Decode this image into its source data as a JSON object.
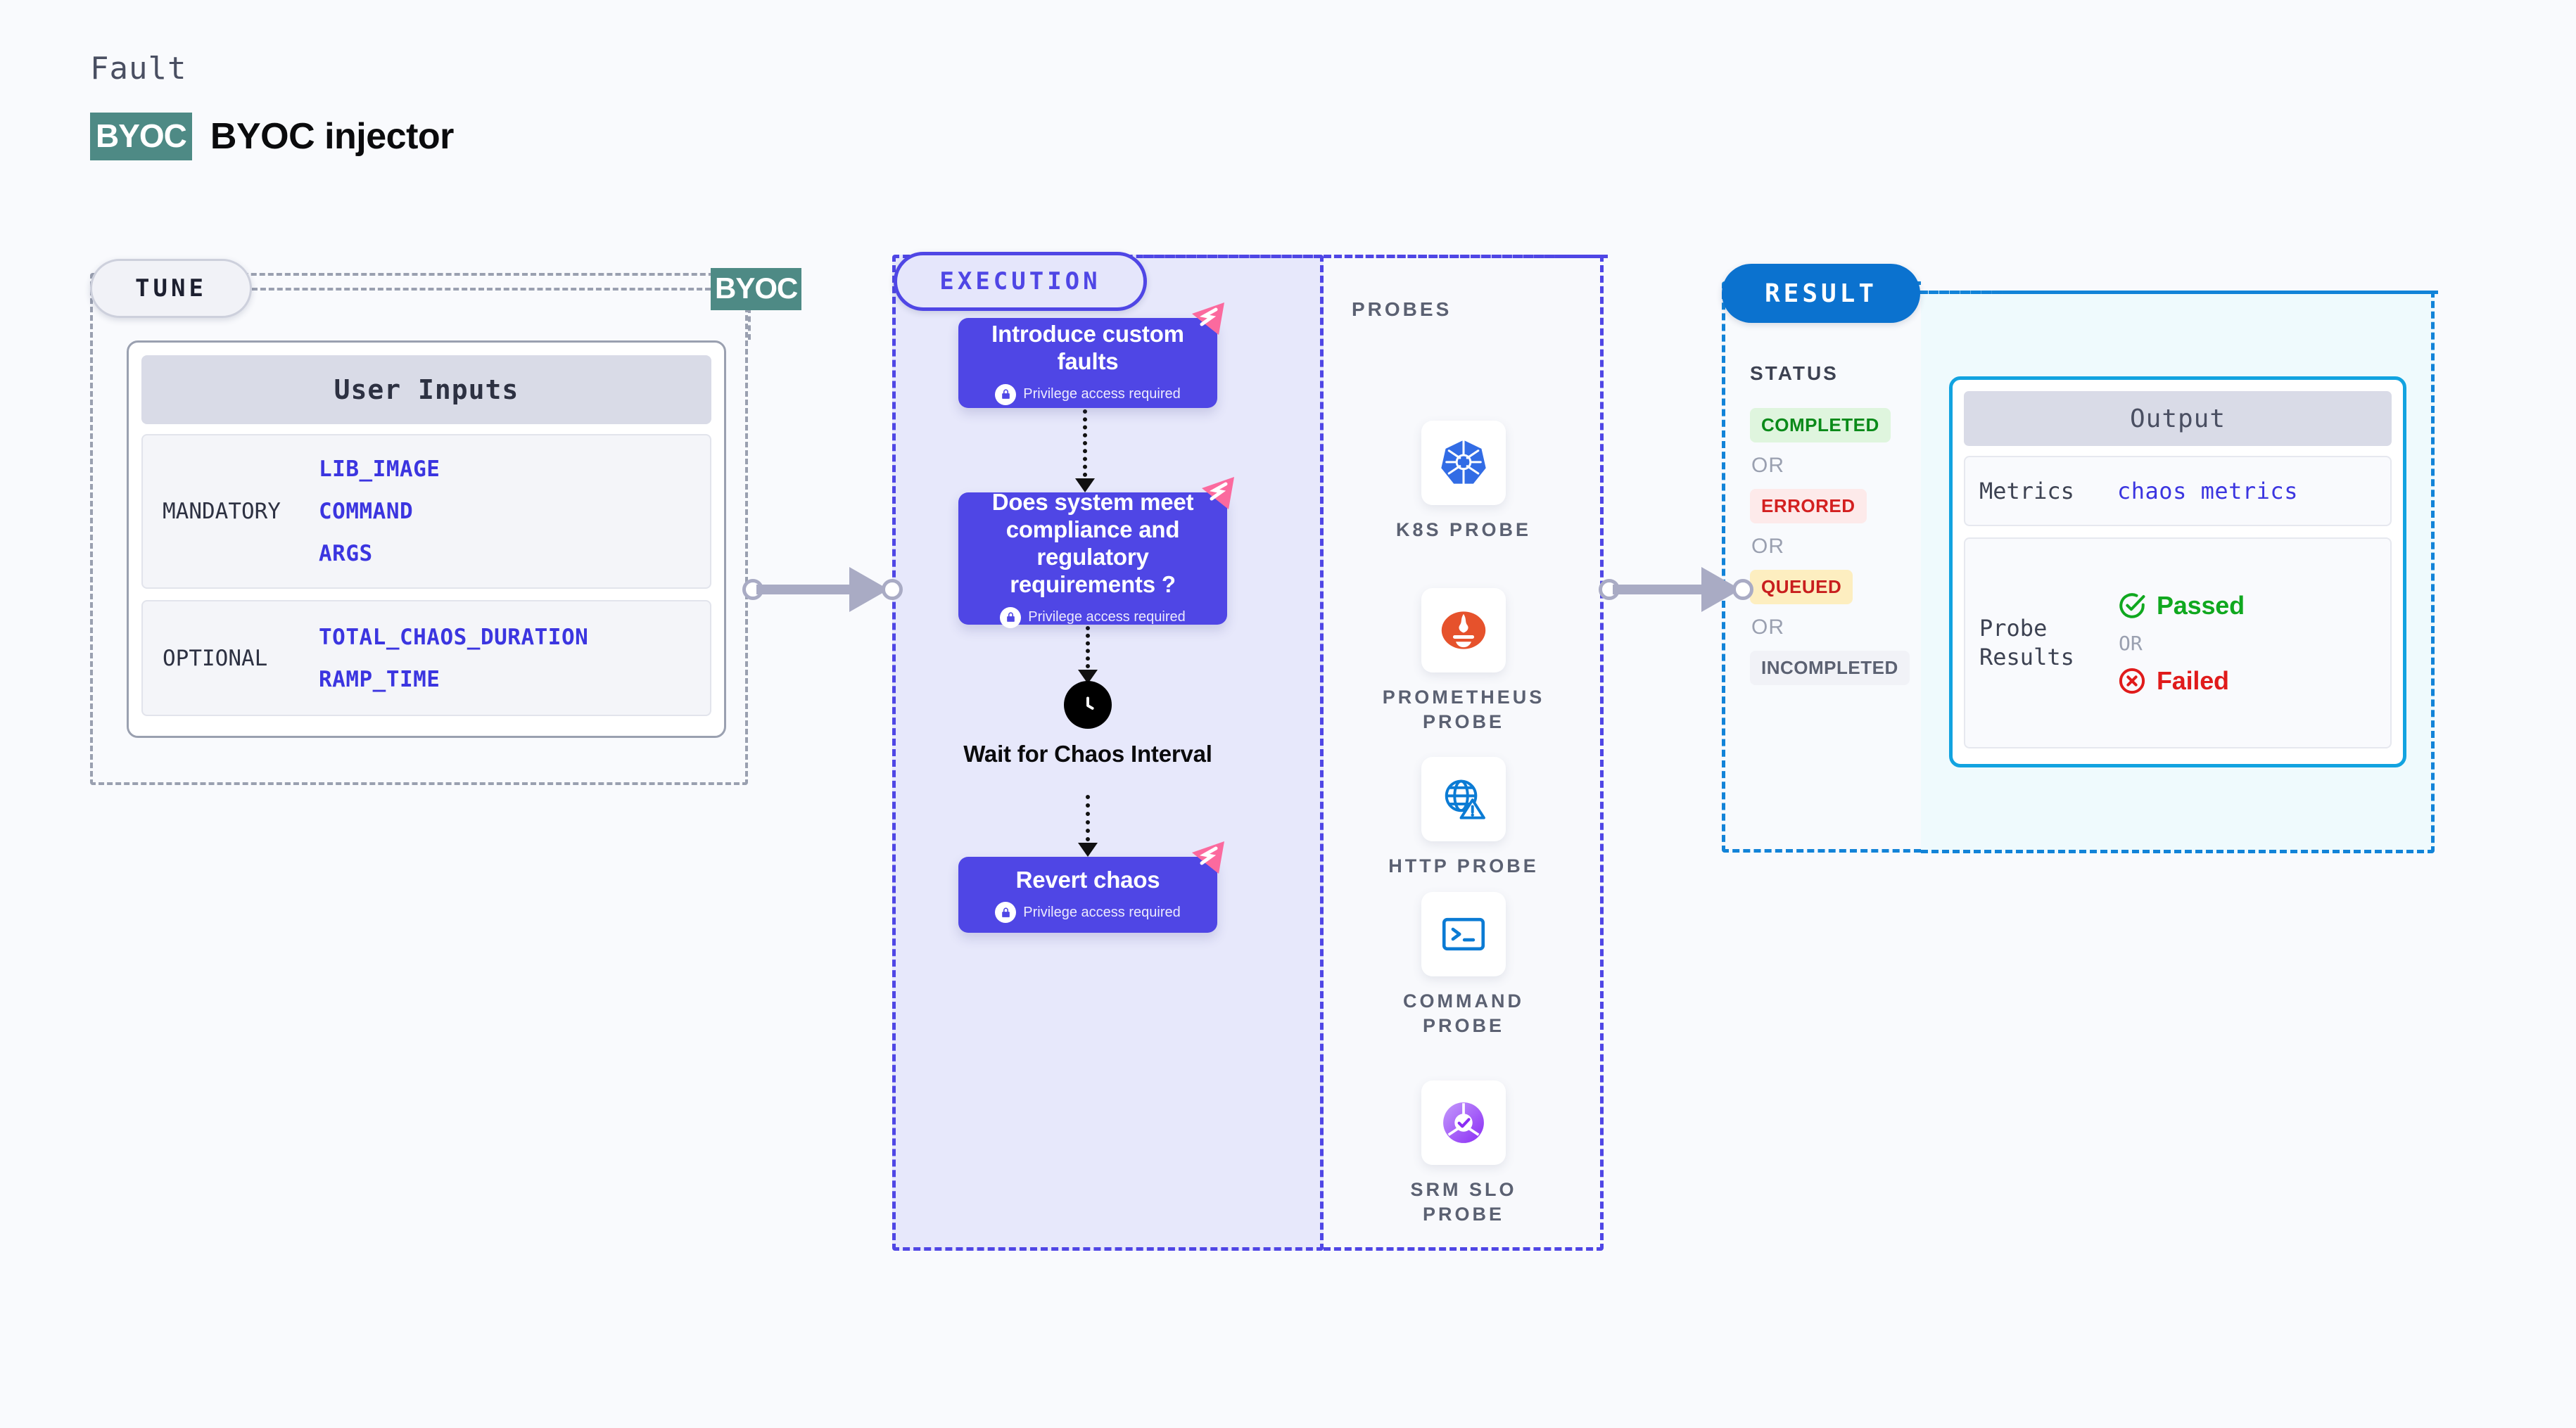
{
  "header": {
    "eyebrow": "Fault",
    "chip": "BYOC",
    "title": "BYOC injector"
  },
  "tune": {
    "pill_label": "TUNE",
    "connector_tag": "BYOC",
    "card_title": "User Inputs",
    "groups": [
      {
        "label": "MANDATORY",
        "vars": [
          "LIB_IMAGE",
          "COMMAND",
          "ARGS"
        ]
      },
      {
        "label": "OPTIONAL",
        "vars": [
          "TOTAL_CHAOS_DURATION",
          "RAMP_TIME"
        ]
      }
    ]
  },
  "execution": {
    "pill_label": "EXECUTION",
    "privilege_note": "Privilege access required",
    "steps": [
      {
        "title": "Introduce custom faults",
        "privileged": true,
        "badge": "harness-flash-badge"
      },
      {
        "title": "Does system meet compliance and regulatory requirements ?",
        "privileged": true,
        "badge": "harness-flash-badge"
      },
      {
        "title": "Wait for Chaos Interval",
        "icon": "clock-icon",
        "privileged": false
      },
      {
        "title": "Revert chaos",
        "privileged": true,
        "badge": "harness-flash-badge"
      }
    ]
  },
  "probes": {
    "title": "PROBES",
    "items": [
      {
        "label": "K8S PROBE",
        "icon": "kubernetes-icon"
      },
      {
        "label": "PROMETHEUS PROBE",
        "icon": "prometheus-icon"
      },
      {
        "label": "HTTP PROBE",
        "icon": "http-globe-warning-icon"
      },
      {
        "label": "COMMAND PROBE",
        "icon": "terminal-icon"
      },
      {
        "label": "SRM SLO PROBE",
        "icon": "srm-slo-icon"
      }
    ]
  },
  "result": {
    "pill_label": "RESULT",
    "status_title": "STATUS",
    "or_label": "OR",
    "statuses": [
      {
        "label": "COMPLETED",
        "fg": "#0a8a19",
        "bg": "#dff5de"
      },
      {
        "label": "ERRORED",
        "fg": "#d32020",
        "bg": "#fdeaea"
      },
      {
        "label": "QUEUED",
        "fg": "#c81e1e",
        "bg": "#fdeec0"
      },
      {
        "label": "INCOMPLETED",
        "fg": "#5b6172",
        "bg": "#f1f2f7"
      }
    ]
  },
  "output": {
    "title": "Output",
    "rows": [
      {
        "key": "Metrics",
        "value": "chaos metrics"
      },
      {
        "key": "Probe Results",
        "pass": "Passed",
        "or": "OR",
        "fail": "Failed"
      }
    ]
  },
  "colors": {
    "page_bg": "#f9fafd",
    "brand_teal": "#4e8a85",
    "execution_purple": "#4f46e5",
    "result_blue": "#0b72cf",
    "output_cyan": "#12a3e0",
    "badge_pink": "#fb6a9e",
    "pass_green": "#10a81f",
    "fail_red": "#e01b1b",
    "connector_grey": "#a9abc4"
  }
}
